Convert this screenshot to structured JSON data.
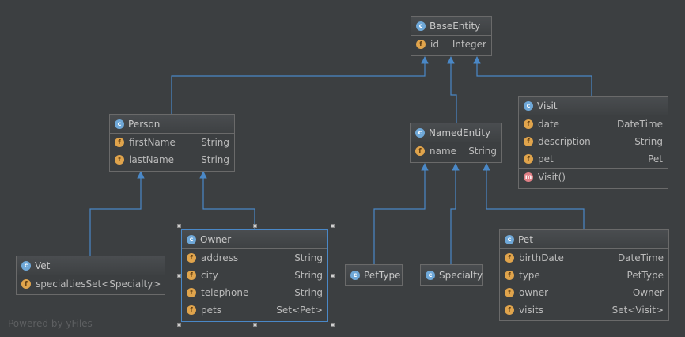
{
  "diagram": {
    "watermark": "Powered by yFiles",
    "colors": {
      "background": "#3c3f41",
      "edge": "#4a88c7",
      "class_icon": "#6fa8d8",
      "field_icon": "#e0a44c",
      "method_icon": "#e07f86"
    },
    "icon_glyphs": {
      "class": "c",
      "field": "f",
      "method": "m"
    },
    "classes": {
      "baseentity": {
        "name": "BaseEntity",
        "fields": [
          {
            "name": "id",
            "type": "Integer"
          }
        ]
      },
      "person": {
        "name": "Person",
        "fields": [
          {
            "name": "firstName",
            "type": "String"
          },
          {
            "name": "lastName",
            "type": "String"
          }
        ]
      },
      "namedentity": {
        "name": "NamedEntity",
        "fields": [
          {
            "name": "name",
            "type": "String"
          }
        ]
      },
      "visit": {
        "name": "Visit",
        "fields": [
          {
            "name": "date",
            "type": "DateTime"
          },
          {
            "name": "description",
            "type": "String"
          },
          {
            "name": "pet",
            "type": "Pet"
          }
        ],
        "methods": [
          {
            "name": "Visit()"
          }
        ]
      },
      "vet": {
        "name": "Vet",
        "fields": [
          {
            "name": "specialties",
            "type": "Set<Specialty>"
          }
        ]
      },
      "owner": {
        "name": "Owner",
        "fields": [
          {
            "name": "address",
            "type": "String"
          },
          {
            "name": "city",
            "type": "String"
          },
          {
            "name": "telephone",
            "type": "String"
          },
          {
            "name": "pets",
            "type": "Set<Pet>"
          }
        ]
      },
      "pettype": {
        "name": "PetType"
      },
      "specialty": {
        "name": "Specialty"
      },
      "pet": {
        "name": "Pet",
        "fields": [
          {
            "name": "birthDate",
            "type": "DateTime"
          },
          {
            "name": "type",
            "type": "PetType"
          },
          {
            "name": "owner",
            "type": "Owner"
          },
          {
            "name": "visits",
            "type": "Set<Visit>"
          }
        ]
      }
    }
  }
}
